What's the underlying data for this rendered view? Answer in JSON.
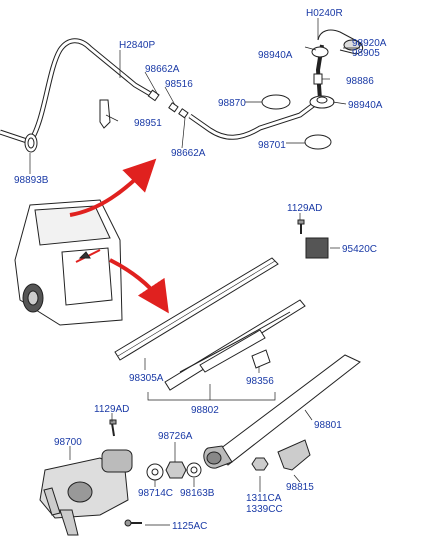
{
  "labels": {
    "h0240r": "H0240R",
    "h2840p": "H2840P",
    "p98662a_top": "98662A",
    "p98516": "98516",
    "p98940a_top": "98940A",
    "p98920a": "98920A",
    "p98905": "98905",
    "p98886": "98886",
    "p98870": "98870",
    "p98940a_mid": "98940A",
    "p98951": "98951",
    "p98662a_bot": "98662A",
    "p98701": "98701",
    "p98893b": "98893B",
    "p1129ad_top": "1129AD",
    "p95420c": "95420C",
    "p98305a": "98305A",
    "p98356": "98356",
    "p98802": "98802",
    "p98801": "98801",
    "p1129ad_mid": "1129AD",
    "p98700": "98700",
    "p98726a": "98726A",
    "p98714c": "98714C",
    "p98163b": "98163B",
    "p1311ca": "1311CA",
    "p1339cc": "1339CC",
    "p98815": "98815",
    "p1125ac": "1125AC"
  },
  "colors": {
    "label": "#1a3aa6",
    "line": "#222222",
    "arrow": "#e0211f"
  }
}
